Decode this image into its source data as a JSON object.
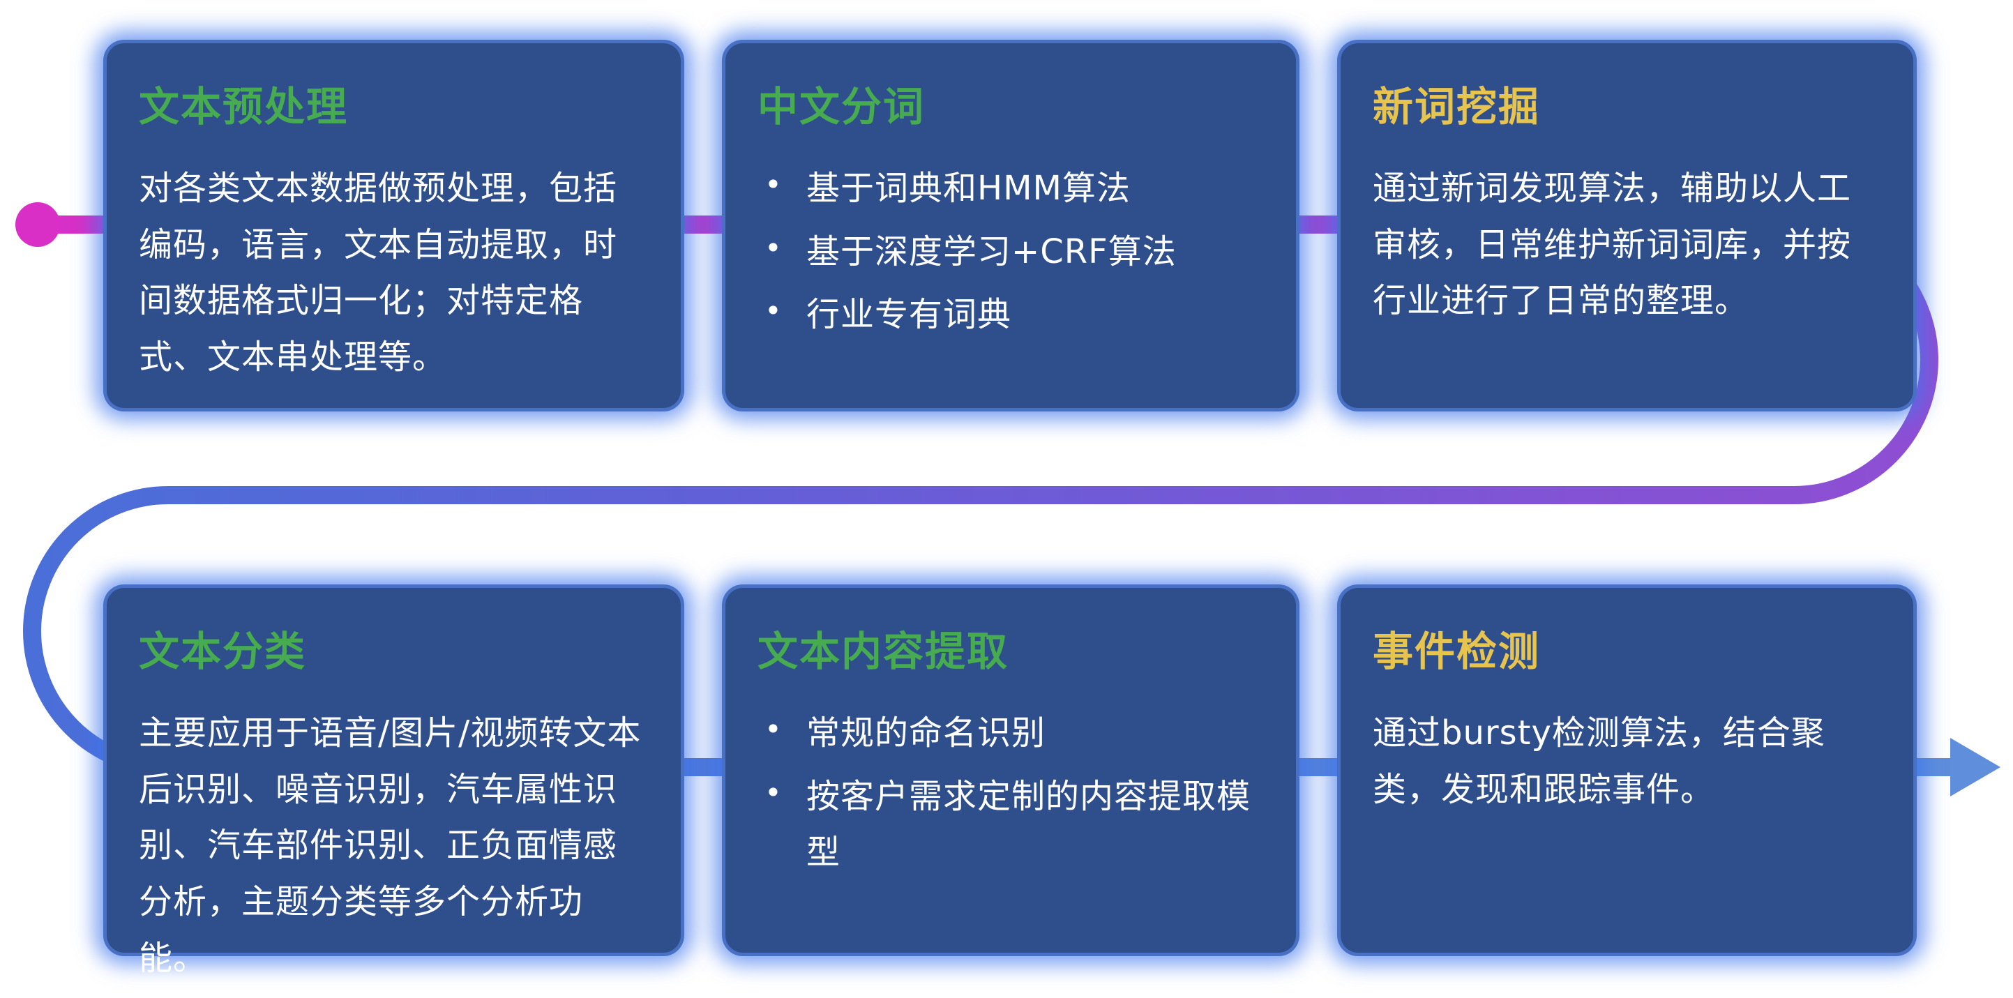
{
  "cards": [
    {
      "title": "文本预处理",
      "title_color": "#47ab50",
      "body": "对各类文本数据做预处理，包括编码，语言，文本自动提取，时间数据格式归一化；对特定格式、文本串处理等。",
      "bullets": []
    },
    {
      "title": "中文分词",
      "title_color": "#47ab50",
      "body": "",
      "bullets": [
        "基于词典和HMM算法",
        "基于深度学习+CRF算法",
        "行业专有词典"
      ]
    },
    {
      "title": "新词挖掘",
      "title_color": "#e6c44d",
      "body": "通过新词发现算法，辅助以人工审核，日常维护新词词库，并按行业进行了日常的整理。",
      "bullets": []
    },
    {
      "title": "文本分类",
      "title_color": "#47ab50",
      "body": "主要应用于语音/图片/视频转文本后识别、噪音识别，汽车属性识别、汽车部件识别、正负面情感分析，主题分类等多个分析功能。",
      "bullets": []
    },
    {
      "title": "文本内容提取",
      "title_color": "#47ab50",
      "body": "",
      "bullets": [
        "常规的命名识别",
        "按客户需求定制的内容提取模型"
      ]
    },
    {
      "title": "事件检测",
      "title_color": "#e6c44d",
      "body": "通过bursty检测算法，结合聚类，发现和跟踪事件。",
      "bullets": []
    }
  ],
  "flow": {
    "start_marker": "magenta-dot",
    "end_marker": "blue-arrow-right",
    "palette": {
      "card_background": "#2f4e8c",
      "card_glow": "#3e76ec",
      "title_green": "#47ab50",
      "title_yellow": "#e6c44d",
      "body_text": "#ffffff",
      "path_start_magenta": "#d92fc6",
      "path_mid_purple": "#8f4ed4",
      "path_end_blue": "#4a6fd8",
      "arrow_blue": "#5f8fdc"
    }
  }
}
